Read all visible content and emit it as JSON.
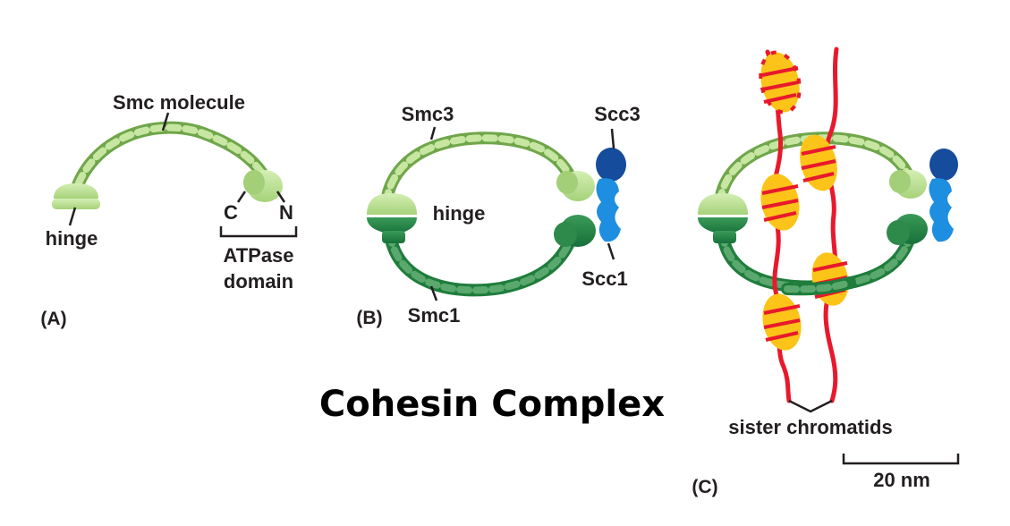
{
  "title": "Cohesin Complex",
  "panel_a": {
    "panel_label": "(A)",
    "molecule_label": "Smc molecule",
    "hinge_label": "hinge",
    "c_label": "C",
    "n_label": "N",
    "domain_label_line1": "ATPase",
    "domain_label_line2": "domain"
  },
  "panel_b": {
    "panel_label": "(B)",
    "smc3_label": "Smc3",
    "smc1_label": "Smc1",
    "hinge_label": "hinge",
    "scc3_label": "Scc3",
    "scc1_label": "Scc1"
  },
  "panel_c": {
    "panel_label": "(C)",
    "chromatids_label": "sister chromatids",
    "scale_label": "20 nm"
  },
  "colors": {
    "smc3_light": "#b4dc8c",
    "smc3_dark": "#6fa64a",
    "smc1_dark": "#1f7d3c",
    "smc1_light": "#5aa86e",
    "scc3": "#154c9c",
    "scc1": "#1e8fe0",
    "chromatin": "#e8192c",
    "nucleosome": "#fcc419"
  }
}
